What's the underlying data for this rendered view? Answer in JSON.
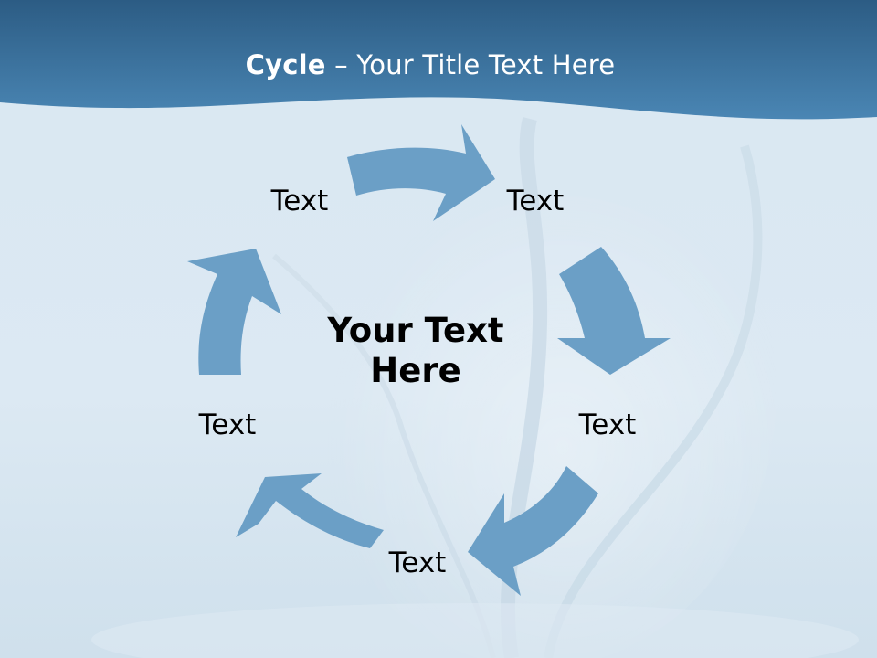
{
  "slide": {
    "title_bold": "Cycle",
    "title_rest": " – Your Title Text Here",
    "center_line1": "Your Text",
    "center_line2": "Here",
    "nodes": [
      "Text",
      "Text",
      "Text",
      "Text",
      "Text"
    ]
  },
  "colors": {
    "header_top": "#2f5f86",
    "header_bottom": "#4b86b3",
    "background_light": "#dde9f3",
    "arrow_fill": "#6b9fc6"
  }
}
